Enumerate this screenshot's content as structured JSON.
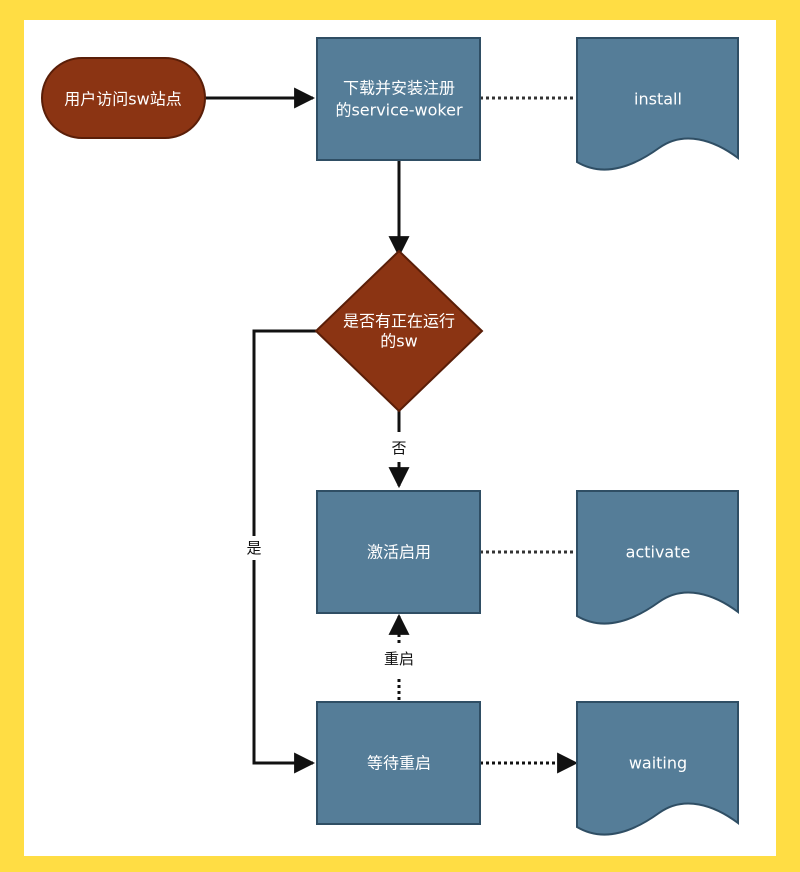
{
  "colors": {
    "frame": "#FFDD44",
    "canvas": "#ffffff",
    "process_fill": "#557D98",
    "process_stroke": "#2F4E64",
    "terminal_fill": "#8B3413",
    "terminal_stroke": "#5A1E08",
    "line": "#111111"
  },
  "nodes": {
    "start": {
      "label": "用户访问sw站点"
    },
    "register": {
      "line1": "下载并安装注册",
      "line2": "的service-woker"
    },
    "decision": {
      "line1": "是否有正在运行",
      "line2": "的sw"
    },
    "activate": {
      "label": "激活启用"
    },
    "wait": {
      "label": "等待重启"
    },
    "doc_install": {
      "label": "install"
    },
    "doc_activate": {
      "label": "activate"
    },
    "doc_waiting": {
      "label": "waiting"
    }
  },
  "edges": {
    "no_label": "否",
    "yes_label": "是",
    "restart_label": "重启"
  }
}
